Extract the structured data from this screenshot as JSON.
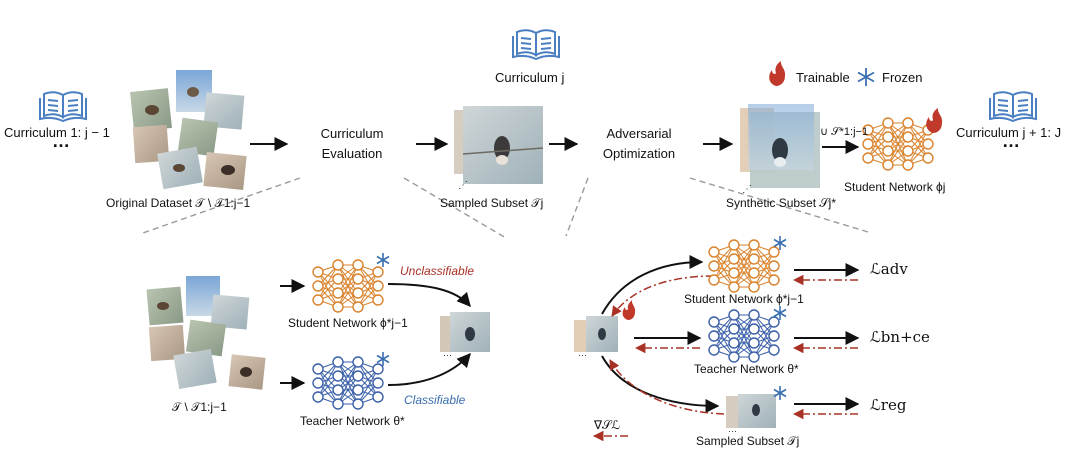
{
  "legend": {
    "trainable": "Trainable",
    "frozen": "Frozen"
  },
  "curricula": {
    "prev": "Curriculum 1: j − 1",
    "current": "Curriculum j",
    "next": "Curriculum j + 1: J",
    "ellipsis": "…"
  },
  "top": {
    "original_dataset": "Original Dataset 𝒯 \\ 𝒯1:j−1",
    "curriculum_eval": "Curriculum Evaluation",
    "sampled_subset": "Sampled Subset 𝒯j",
    "adversarial_opt": "Adversarial Optimization",
    "synthetic_subset": "Synthetic Subset 𝒮j*",
    "union_label": "∪ 𝒮*1:j−1",
    "student_network": "Student Network ϕj"
  },
  "left_panel": {
    "student": "Student Network ϕ*j−1",
    "teacher": "Teacher Network θ*",
    "unclassifiable": "Unclassifiable",
    "classifiable": "Classifiable",
    "dataset": "𝒯 \\ 𝒯1:j−1"
  },
  "right_panel": {
    "student": "Student Network ϕ*j−1",
    "teacher": "Teacher Network θ*",
    "sampled": "Sampled Subset 𝒯j",
    "gradient": "∇𝒮ℒ",
    "loss_adv": "ℒadv",
    "loss_bn": "ℒbn+ce",
    "loss_reg": "ℒreg"
  },
  "colors": {
    "student": "#d9822b",
    "teacher": "#3a5fa8",
    "gradient_red": "#a93226",
    "cream": "#f5f2e3",
    "light_blue": "#eaf0fb",
    "book_blue": "#4a7fc1"
  }
}
